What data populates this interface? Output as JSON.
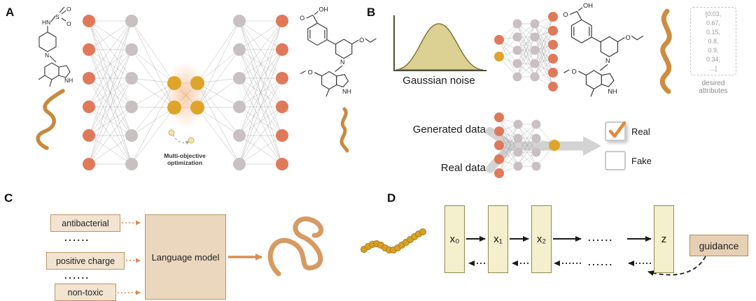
{
  "colors": {
    "node_orange": "#E0795A",
    "node_gray": "#C8C0C1",
    "node_gold": "#DFA42A",
    "edge": "#9B9B9B",
    "squiggle": "#C9893E",
    "arrow_gray": "#CFCFCF",
    "check_orange": "#E08A3C",
    "bead_gold": "#D9A126"
  },
  "panelA": {
    "label": "A",
    "optimization_label": "Multi-objective optimization"
  },
  "panelB": {
    "label": "B",
    "gaussian_label": "Gaussian noise",
    "generated_label": "Generated data",
    "real_label": "Real data",
    "real_option": "Real",
    "fake_option": "Fake",
    "attributes_lines": [
      "[0.03,",
      "0.67,",
      "0.15,",
      "0.8,",
      "0.9,",
      "0.34,",
      "...]"
    ],
    "attributes_caption": "desired attributes"
  },
  "panelC": {
    "label": "C",
    "inputs": [
      "antibacterial",
      "positive charge",
      "non-toxic"
    ],
    "dots": "......",
    "model_label": "Language model"
  },
  "panelD": {
    "label": "D",
    "states": [
      "x₀",
      "x₁",
      "x₂",
      "z"
    ],
    "dots": "......",
    "guidance_label": "guidance"
  },
  "molecules": {
    "atoms": {
      "o": "O",
      "oh": "OH",
      "n": "N",
      "nh": "NH",
      "hn": "HN",
      "s": "S"
    }
  }
}
